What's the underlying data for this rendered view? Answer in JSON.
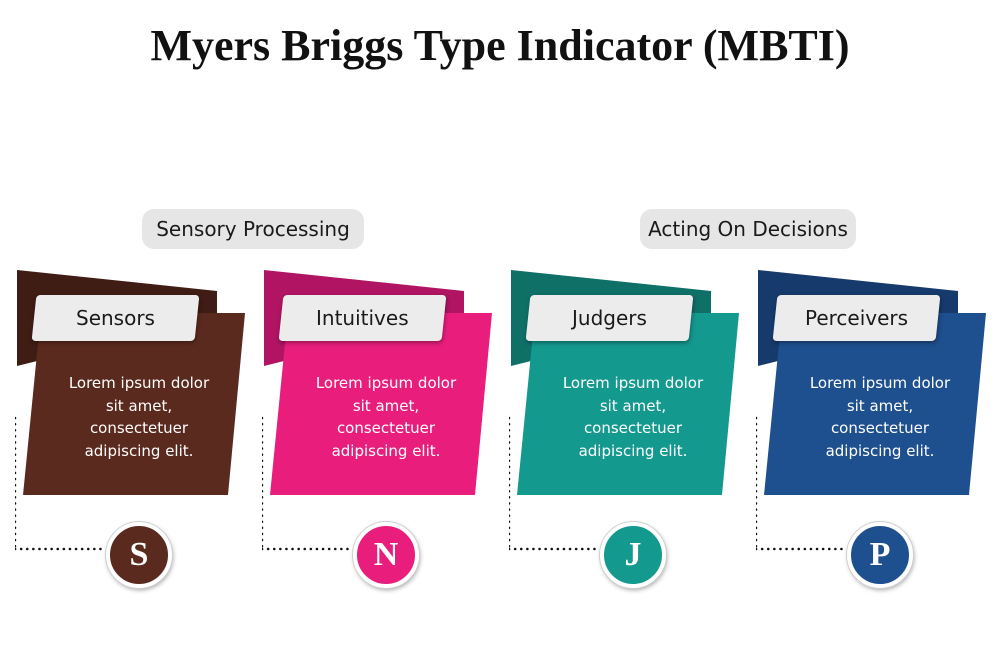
{
  "title": "Myers Briggs Type Indicator (MBTI)",
  "groups": [
    {
      "label": "Sensory Processing"
    },
    {
      "label": "Acting On Decisions"
    }
  ],
  "cards": [
    {
      "label": "Sensors",
      "letter": "S",
      "text": "Lorem ipsum dolor sit amet, consectetuer adipiscing elit.",
      "color": "#5b2a1e",
      "dark": "#3f1c14"
    },
    {
      "label": "Intuitives",
      "letter": "N",
      "text": "Lorem ipsum dolor sit amet, consectetuer adipiscing elit.",
      "color": "#e91e7c",
      "dark": "#b01462"
    },
    {
      "label": "Judgers",
      "letter": "J",
      "text": "Lorem ipsum dolor sit amet, consectetuer adipiscing elit.",
      "color": "#14998f",
      "dark": "#0f7068"
    },
    {
      "label": "Perceivers",
      "letter": "P",
      "text": "Lorem ipsum dolor sit amet, consectetuer adipiscing elit.",
      "color": "#1e4f8e",
      "dark": "#163a6b"
    }
  ]
}
